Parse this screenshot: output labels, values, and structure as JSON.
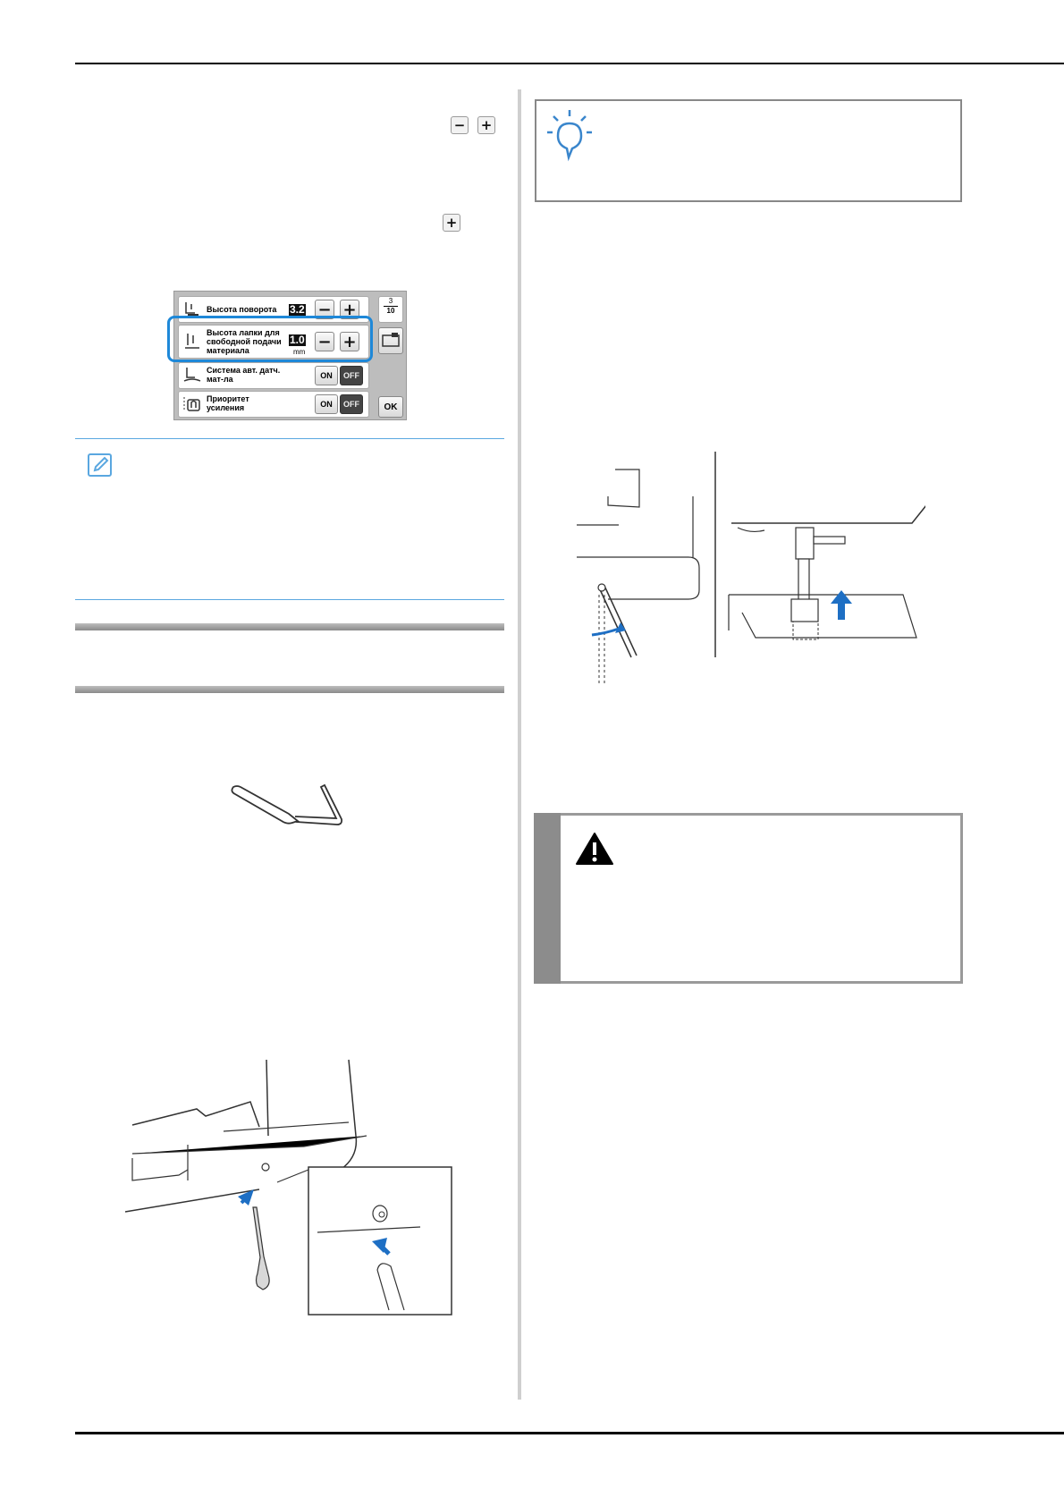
{
  "mini_buttons": {
    "minus": "−",
    "plus": "+"
  },
  "lcd_screen": {
    "rows": [
      {
        "label": "Высота поворота",
        "value": "3.2"
      },
      {
        "label": "Высота лапки для свободной подачи материала",
        "value": "1.0",
        "unit": "mm"
      },
      {
        "label": "Система авт. датч. мат-ла",
        "on": "ON",
        "off": "OFF"
      },
      {
        "label": "Приоритет усиления",
        "on": "ON",
        "off": "OFF"
      }
    ],
    "minus": "−",
    "plus": "+",
    "page": {
      "current": "3",
      "total": "10"
    },
    "ok": "OK"
  },
  "colors": {
    "accent_blue": "#1e88d8",
    "memo_line": "#5aa7e0",
    "arrow_blue": "#1e6fc4",
    "gray": "#8c8c8c"
  },
  "icons": [
    "memo-icon",
    "note-bulb-icon",
    "warning-triangle-icon"
  ]
}
